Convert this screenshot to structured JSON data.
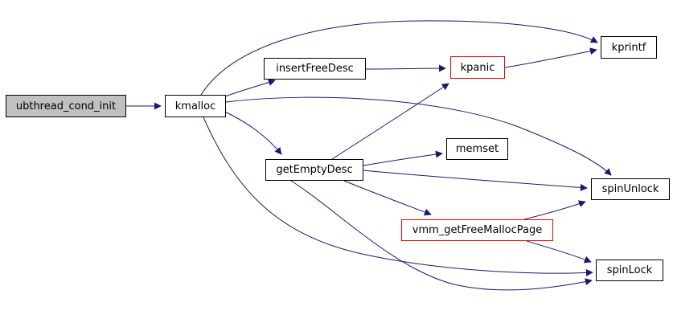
{
  "diagram": {
    "type": "call-graph",
    "background_color": "#ffffff",
    "edge_color": "#191970",
    "default_node_border_color": "#000000",
    "highlight_node_border_color": "#ff0000",
    "root_node_fill": "#c0c0c0",
    "node_fill": "#ffffff",
    "nodes": [
      {
        "id": "ubthread_cond_init",
        "label": "ubthread_cond_init",
        "role": "root",
        "fill": "#c0c0c0",
        "border": "#000000"
      },
      {
        "id": "kmalloc",
        "label": "kmalloc",
        "role": "function",
        "fill": "#ffffff",
        "border": "#000000"
      },
      {
        "id": "insertFreeDesc",
        "label": "insertFreeDesc",
        "role": "function",
        "fill": "#ffffff",
        "border": "#000000"
      },
      {
        "id": "kpanic",
        "label": "kpanic",
        "role": "function",
        "fill": "#ffffff",
        "border": "#ff0000"
      },
      {
        "id": "kprintf",
        "label": "kprintf",
        "role": "function",
        "fill": "#ffffff",
        "border": "#000000"
      },
      {
        "id": "getEmptyDesc",
        "label": "getEmptyDesc",
        "role": "function",
        "fill": "#ffffff",
        "border": "#000000"
      },
      {
        "id": "memset",
        "label": "memset",
        "role": "function",
        "fill": "#ffffff",
        "border": "#000000"
      },
      {
        "id": "spinUnlock",
        "label": "spinUnlock",
        "role": "function",
        "fill": "#ffffff",
        "border": "#000000"
      },
      {
        "id": "vmm_getFreeMallocPage",
        "label": "vmm_getFreeMallocPage",
        "role": "function",
        "fill": "#ffffff",
        "border": "#ff0000"
      },
      {
        "id": "spinLock",
        "label": "spinLock",
        "role": "function",
        "fill": "#ffffff",
        "border": "#000000"
      }
    ],
    "edges": [
      {
        "from": "ubthread_cond_init",
        "to": "kmalloc"
      },
      {
        "from": "kmalloc",
        "to": "insertFreeDesc"
      },
      {
        "from": "kmalloc",
        "to": "kprintf"
      },
      {
        "from": "kmalloc",
        "to": "spinUnlock"
      },
      {
        "from": "kmalloc",
        "to": "getEmptyDesc"
      },
      {
        "from": "kmalloc",
        "to": "spinLock"
      },
      {
        "from": "insertFreeDesc",
        "to": "kpanic"
      },
      {
        "from": "kpanic",
        "to": "kprintf"
      },
      {
        "from": "getEmptyDesc",
        "to": "memset"
      },
      {
        "from": "getEmptyDesc",
        "to": "kpanic"
      },
      {
        "from": "getEmptyDesc",
        "to": "spinUnlock"
      },
      {
        "from": "getEmptyDesc",
        "to": "vmm_getFreeMallocPage"
      },
      {
        "from": "getEmptyDesc",
        "to": "spinLock"
      },
      {
        "from": "vmm_getFreeMallocPage",
        "to": "spinUnlock"
      },
      {
        "from": "vmm_getFreeMallocPage",
        "to": "spinLock"
      }
    ]
  }
}
